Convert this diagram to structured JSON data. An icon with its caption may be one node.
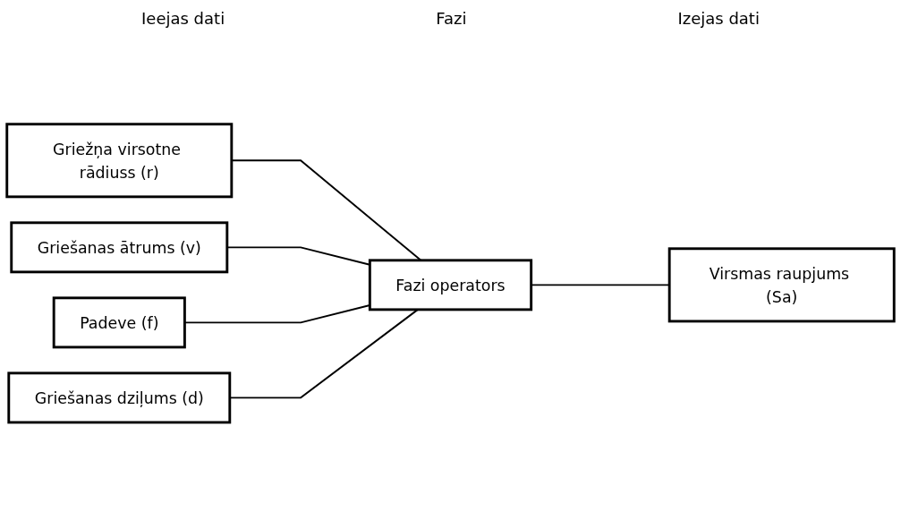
{
  "diagram": {
    "nodes": [
      {
        "text": [
          "Griežņa virsotne rādiuss (r)"
        ]
      },
      {
        "text": [
          "Griešanas ātrums (v)"
        ]
      },
      {
        "text": [
          "Padeve (f)"
        ]
      },
      {
        "text": [
          "Griešanas dziļums (d)"
        ]
      },
      {
        "text": [
          "Fazi operators"
        ]
      },
      {
        "text": [
          "Virsmas raupjums (Sa)"
        ]
      }
    ],
    "edges": [
      {
        "from": 0,
        "to": 4,
        "arrow": "none"
      },
      {
        "from": 1,
        "to": 4,
        "arrow": "none"
      },
      {
        "from": 2,
        "to": 4,
        "arrow": "none"
      },
      {
        "from": 3,
        "to": 4,
        "arrow": "none"
      },
      {
        "from": 4,
        "to": 5,
        "arrow": "none"
      }
    ],
    "labels": [
      "Ieejas dati",
      "Fazi",
      "Izejas dati"
    ]
  }
}
